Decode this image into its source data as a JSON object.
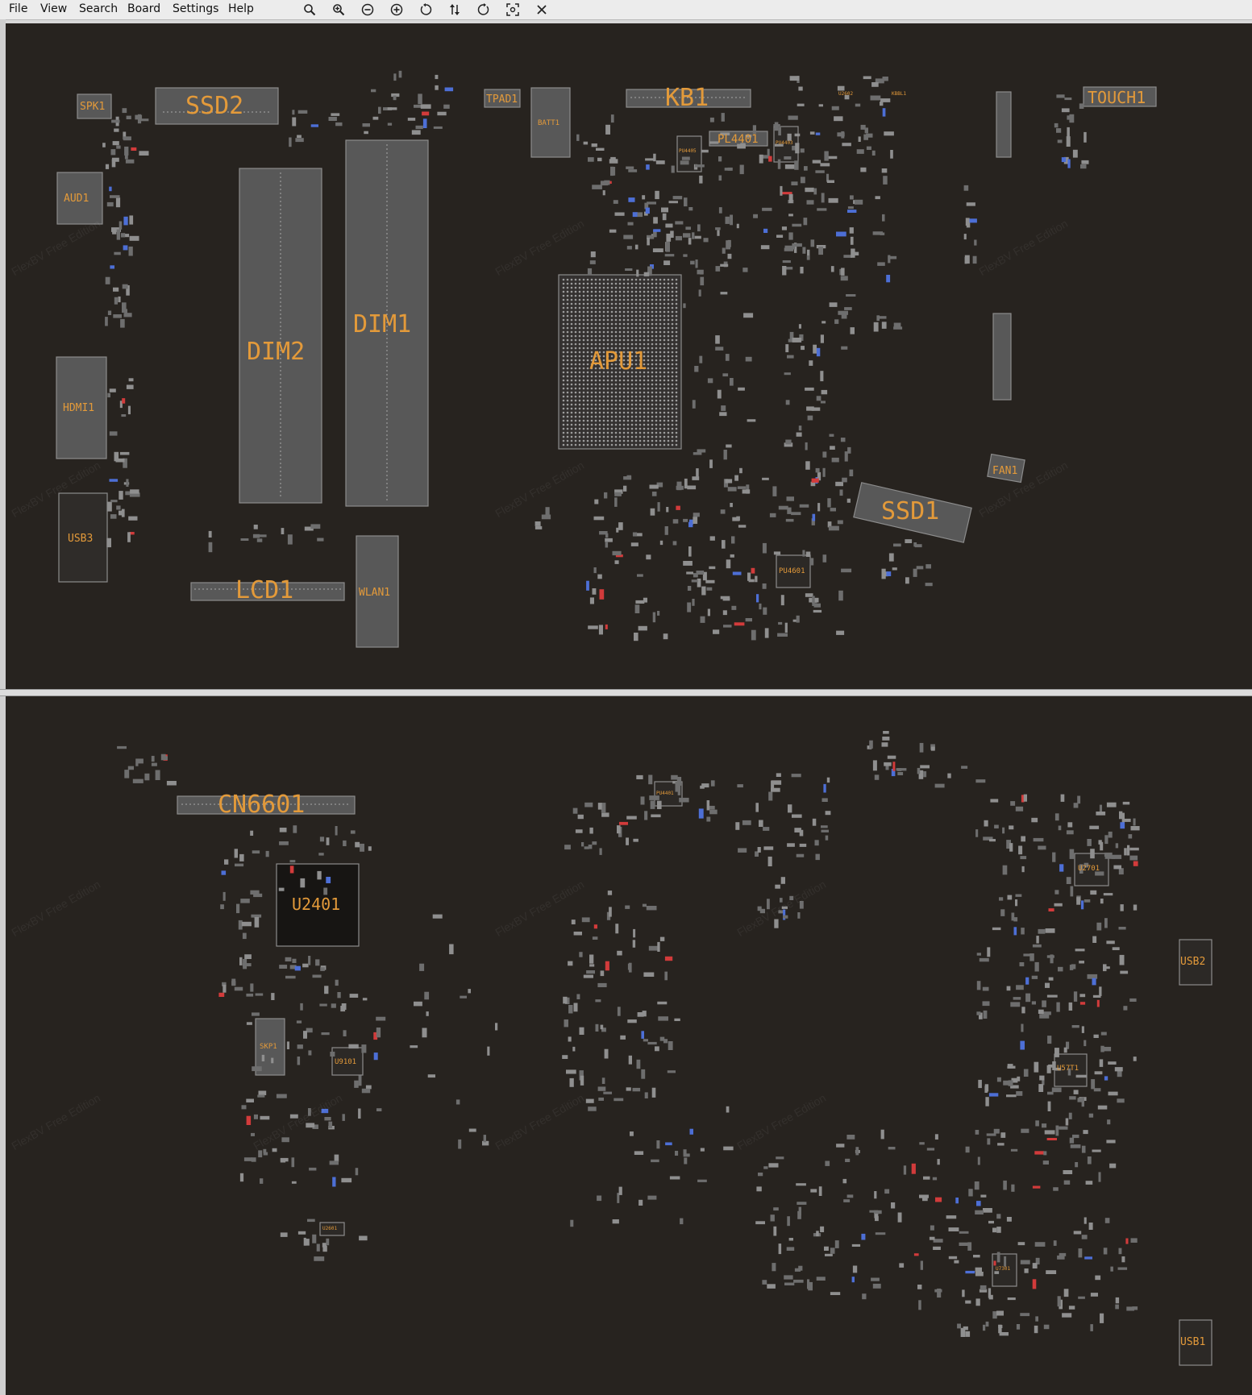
{
  "menu": [
    "File",
    "View",
    "Search",
    "Board",
    "Settings",
    "Help"
  ],
  "toolbar": [
    {
      "name": "zoom-fit-icon",
      "glyph": "search"
    },
    {
      "name": "zoom-in-icon",
      "glyph": "search-plus"
    },
    {
      "name": "zoom-out-icon",
      "glyph": "circle-minus"
    },
    {
      "name": "zoom-in-circle-icon",
      "glyph": "circle-plus"
    },
    {
      "name": "rotate-ccw-icon",
      "glyph": "rotate-left"
    },
    {
      "name": "flip-icon",
      "glyph": "flip"
    },
    {
      "name": "rotate-cw-icon",
      "glyph": "rotate-right"
    },
    {
      "name": "fit-board-icon",
      "glyph": "fit"
    },
    {
      "name": "close-icon",
      "glyph": "close"
    }
  ],
  "watermark": "FlexBV Free Edition",
  "colors": {
    "board_bg": "#27231f",
    "component": "#5b5b5b",
    "component_border": "#8a8a8a",
    "label": "#e39a3a",
    "pad": "#9a9a9a",
    "pad_red": "#d23b3b",
    "pad_blue": "#4d6fd6"
  },
  "top_side": {
    "labels": {
      "spk1": "SPK1",
      "ssd2": "SSD2",
      "tpad1": "TPAD1",
      "batt1": "BATT1",
      "kb1": "KB1",
      "pl4401": "PL4401",
      "touch1": "TOUCH1",
      "aud1": "AUD1",
      "dim2": "DIM2",
      "dim1": "DIM1",
      "apu1": "APU1",
      "hdmi1": "HDMI1",
      "usb3": "USB3",
      "lcd1": "LCD1",
      "wlan1": "WLAN1",
      "ssd1": "SSD1",
      "fan1": "FAN1",
      "pu4601": "PU4601",
      "pu4405": "PU4405",
      "pu4403": "PU4403",
      "u2602": "U2602",
      "kbbl1": "KBBL1"
    }
  },
  "bottom_side": {
    "labels": {
      "cn6601": "CN6601",
      "u2401": "U2401",
      "skp1": "SKP1",
      "u9101": "U9101",
      "u2701": "U2701",
      "usb2": "USB2",
      "u5701": "U57T1",
      "usb1": "USB1",
      "pu4401": "PU4401",
      "u2601": "U2601",
      "u7301": "U7301"
    }
  }
}
